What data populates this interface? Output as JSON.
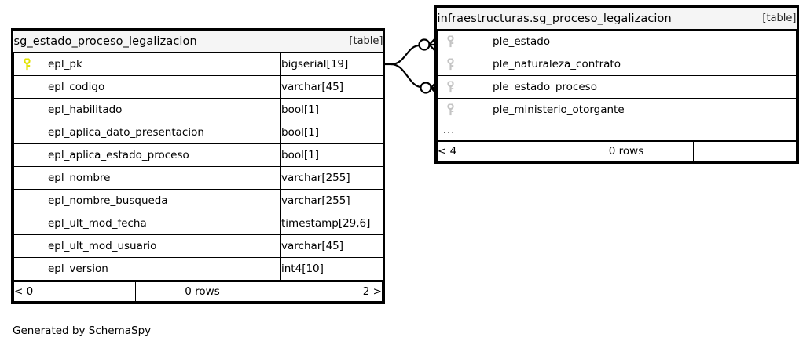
{
  "diagram": {
    "caption": "Generated by SchemaSpy",
    "tables": [
      {
        "id": "left",
        "name": "sg_estado_proceso_legalizacion",
        "type_tag": "[table]",
        "columns": [
          {
            "name": "epl_pk",
            "type": "bigserial[19]",
            "key": "primary"
          },
          {
            "name": "epl_codigo",
            "type": "varchar[45]",
            "key": "none"
          },
          {
            "name": "epl_habilitado",
            "type": "bool[1]",
            "key": "none"
          },
          {
            "name": "epl_aplica_dato_presentacion",
            "type": "bool[1]",
            "key": "none"
          },
          {
            "name": "epl_aplica_estado_proceso",
            "type": "bool[1]",
            "key": "none"
          },
          {
            "name": "epl_nombre",
            "type": "varchar[255]",
            "key": "none"
          },
          {
            "name": "epl_nombre_busqueda",
            "type": "varchar[255]",
            "key": "none"
          },
          {
            "name": "epl_ult_mod_fecha",
            "type": "timestamp[29,6]",
            "key": "none"
          },
          {
            "name": "epl_ult_mod_usuario",
            "type": "varchar[45]",
            "key": "none"
          },
          {
            "name": "epl_version",
            "type": "int4[10]",
            "key": "none"
          }
        ],
        "has_ellipsis": false,
        "footer": {
          "left": "< 0",
          "center": "0 rows",
          "right": "2 >"
        }
      },
      {
        "id": "right",
        "name": "infraestructuras.sg_proceso_legalizacion",
        "type_tag": "[table]",
        "columns": [
          {
            "name": "ple_estado",
            "type": "",
            "key": "foreign"
          },
          {
            "name": "ple_naturaleza_contrato",
            "type": "",
            "key": "foreign"
          },
          {
            "name": "ple_estado_proceso",
            "type": "",
            "key": "foreign"
          },
          {
            "name": "ple_ministerio_otorgante",
            "type": "",
            "key": "foreign"
          }
        ],
        "has_ellipsis": true,
        "ellipsis": "...",
        "footer": {
          "left": "< 4",
          "center": "0 rows",
          "right": ""
        }
      }
    ],
    "relationships": [
      {
        "from_table": "left",
        "from_column": "epl_pk",
        "to_table": "right",
        "to_column": "ple_estado",
        "notation": "zero-or-more"
      },
      {
        "from_table": "left",
        "from_column": "epl_pk",
        "to_table": "right",
        "to_column": "ple_estado_proceso",
        "notation": "zero-or-more"
      }
    ],
    "colors": {
      "primary_key_icon": "#e8e800",
      "foreign_key_icon": "#c8c8c8",
      "header_background": "#f5f5f5",
      "border": "#000000",
      "background": "#ffffff"
    }
  }
}
